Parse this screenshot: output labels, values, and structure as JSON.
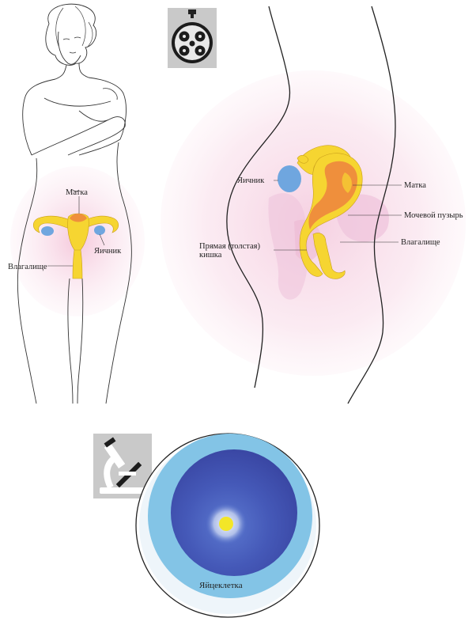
{
  "front_view": {
    "labels": {
      "uterus": "Матка",
      "ovary": "Яичник",
      "vagina": "Влагалище"
    }
  },
  "side_view": {
    "labels": {
      "ovary": "Яичник",
      "uterus": "Матка",
      "bladder": "Мочевой пузырь",
      "rectum_line1": "Прямая (толстая)",
      "rectum_line2": "кишка",
      "vagina": "Влагалище"
    }
  },
  "cell_view": {
    "labels": {
      "egg_cell": "Яйцеклетка"
    }
  },
  "icons": {
    "top": "stopwatch-icon",
    "bottom": "microscope-icon"
  },
  "colors": {
    "organ_yellow": "#f6d531",
    "ovary_blue": "#6fa6df",
    "uterus_orange": "#ef8f3c",
    "bladder_pink": "#efc4dc",
    "tissue_pink": "#f7dbe7",
    "cell_outer": "#83c4e6",
    "cell_inner": "#3d52b1",
    "nucleus": "#f3e628"
  }
}
